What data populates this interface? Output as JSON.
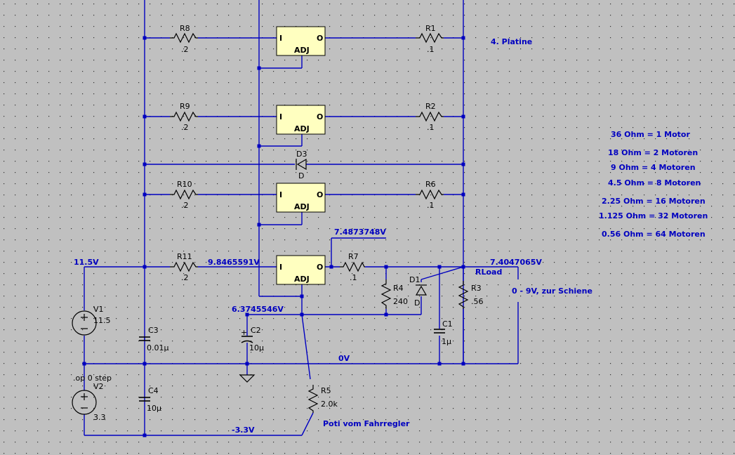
{
  "colors": {
    "background": "#c0c0c0",
    "grid_dot": "#303030",
    "wire": "#0000c0",
    "regulator_fill": "#ffffc0",
    "component": "#000000",
    "text": "#000000",
    "note": "#0000c0"
  },
  "regulators": [
    {
      "in_label": "I",
      "out_label": "O",
      "adj_label": "ADJ"
    },
    {
      "in_label": "I",
      "out_label": "O",
      "adj_label": "ADJ"
    },
    {
      "in_label": "I",
      "out_label": "O",
      "adj_label": "ADJ"
    },
    {
      "in_label": "I",
      "out_label": "O",
      "adj_label": "ADJ"
    }
  ],
  "resistors": [
    {
      "name": "R8",
      "value": ".2"
    },
    {
      "name": "R9",
      "value": ".2"
    },
    {
      "name": "R10",
      "value": ".2"
    },
    {
      "name": "R11",
      "value": ".2"
    },
    {
      "name": "R1",
      "value": ".1"
    },
    {
      "name": "R2",
      "value": ".1"
    },
    {
      "name": "R6",
      "value": ".1"
    },
    {
      "name": "R7",
      "value": ".1"
    },
    {
      "name": "R4",
      "value": "240"
    },
    {
      "name": "R3",
      "value": ".56"
    },
    {
      "name": "R5",
      "value": "2.0k"
    }
  ],
  "capacitors": [
    {
      "name": "C3",
      "value": "0.01µ"
    },
    {
      "name": "C4",
      "value": "10µ"
    },
    {
      "name": "C2",
      "value": "10µ"
    },
    {
      "name": "C1",
      "value": "1µ"
    }
  ],
  "diodes": [
    {
      "name": "D3",
      "value": "D"
    },
    {
      "name": "D1",
      "value": "D"
    }
  ],
  "sources": [
    {
      "name": "V1",
      "value": "11.5"
    },
    {
      "name": "V2",
      "value": "3.3"
    }
  ],
  "directive": ".op 0 step",
  "net_labels": {
    "v_in": "11.5V",
    "reg_in": "9.8465591V",
    "reg_out": "7.4873748V",
    "load": "7.4047065V",
    "adj": "6.3745546V",
    "ground": "0V",
    "neg": "-3.3V",
    "rload": "RLoad"
  },
  "notes": {
    "platine": "4. Platine",
    "schiene": "0 - 9V, zur Schiene",
    "poti": "Poti vom Fahrregler",
    "motor_table": [
      "36 Ohm = 1 Motor",
      "18 Ohm = 2 Motoren",
      "9 Ohm = 4 Motoren",
      "4.5 Ohm = 8 Motoren",
      "2.25 Ohm = 16 Motoren",
      "1.125 Ohm = 32 Motoren",
      "0.56 Ohm = 64 Motoren"
    ]
  }
}
